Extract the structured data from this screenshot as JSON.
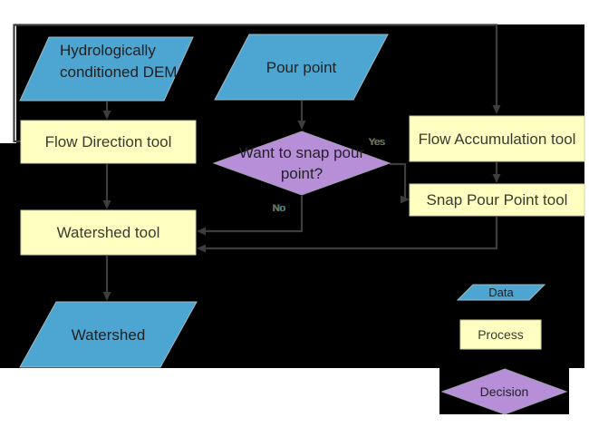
{
  "colors": {
    "page_bg": "#ffffff",
    "canvas_bg": "#000000",
    "connector": "#3d3d3d",
    "data_fill": "#4da6d2",
    "process_fill": "#ffffc2",
    "decision_fill": "#b78fd8"
  },
  "nodes": {
    "dem": "Hydrologically conditioned DEM",
    "pour_point": "Pour point",
    "flow_direction": "Flow Direction tool",
    "decision": "Want to snap pour point?",
    "flow_accumulation": "Flow Accumulation tool",
    "snap_pour_point": "Snap Pour Point tool",
    "watershed_tool": "Watershed tool",
    "watershed": "Watershed"
  },
  "edge_labels": {
    "yes": "Yes",
    "no": "No"
  },
  "legend": {
    "data": "Data",
    "process": "Process",
    "decision": "Decision"
  }
}
